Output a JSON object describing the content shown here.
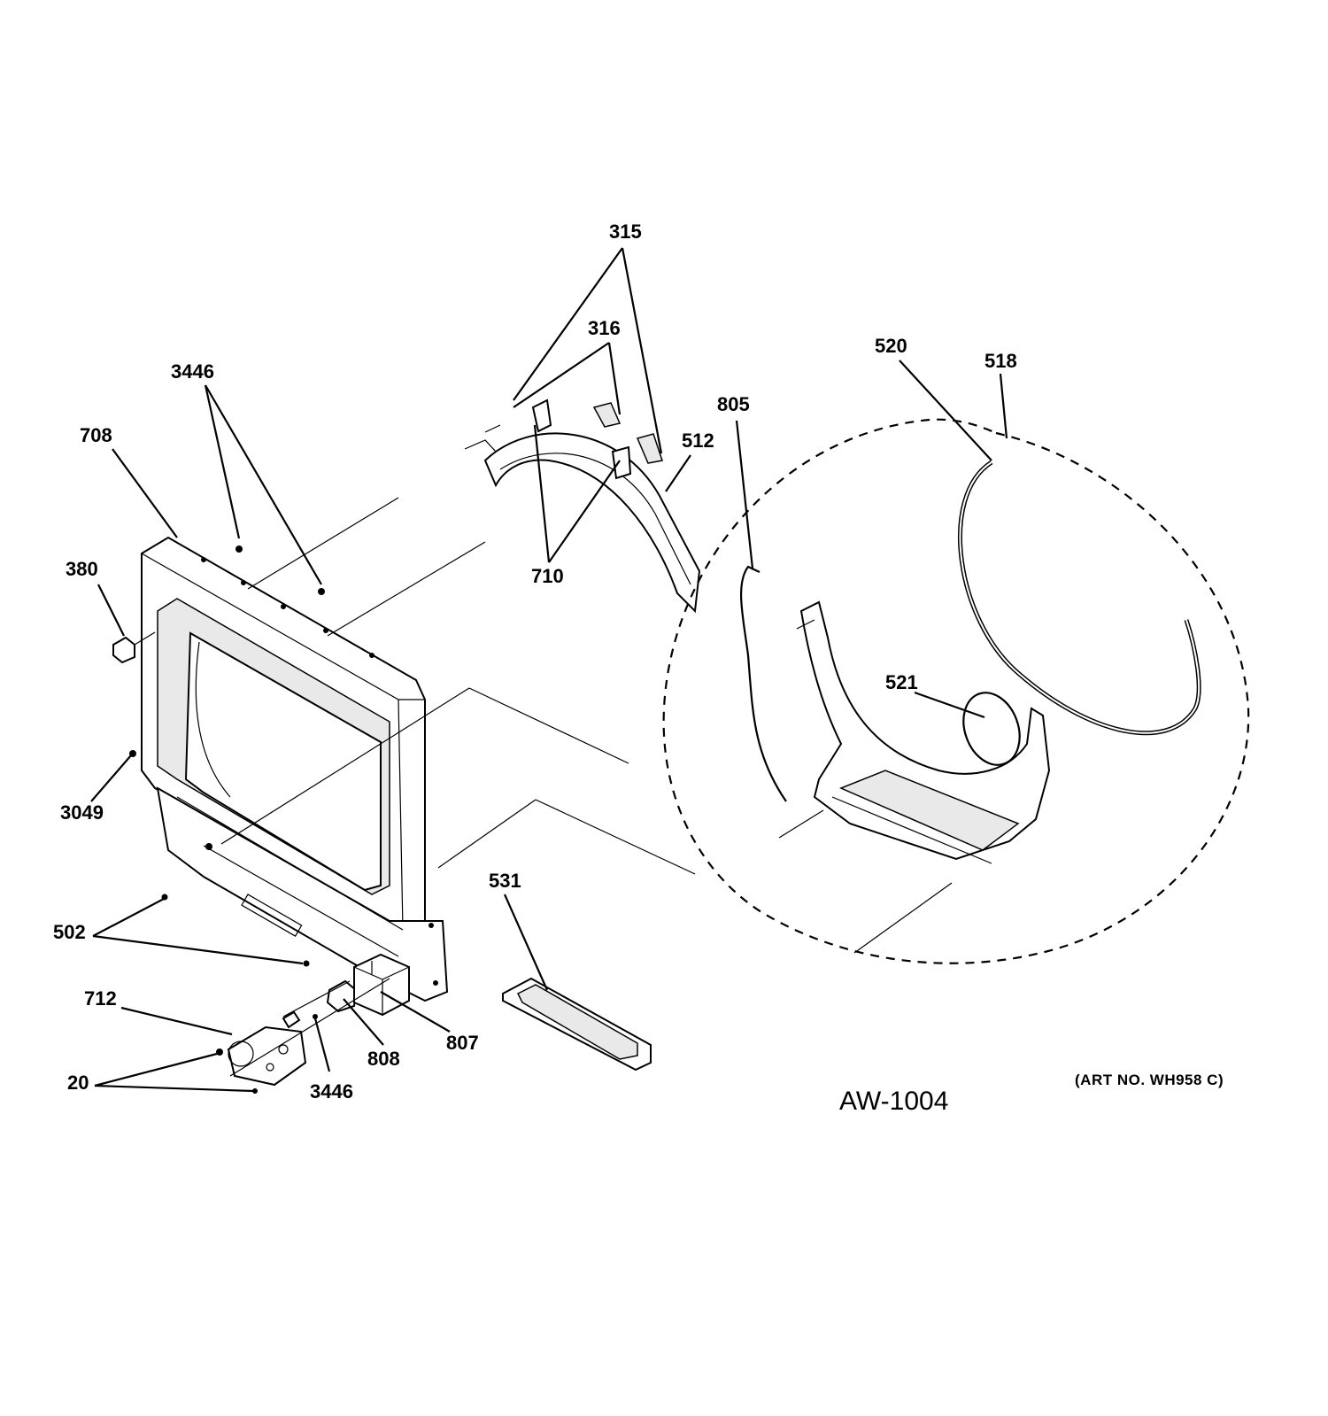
{
  "labels": {
    "p315": "315",
    "p316": "316",
    "p3446_top": "3446",
    "p708": "708",
    "p380": "380",
    "p3049": "3049",
    "p502": "502",
    "p712": "712",
    "p20": "20",
    "p3446_bottom": "3446",
    "p808": "808",
    "p807": "807",
    "p531": "531",
    "p710": "710",
    "p512": "512",
    "p805": "805",
    "p520": "520",
    "p518": "518",
    "p521": "521"
  },
  "diagram_code": "AW-1004",
  "art_number": "(ART NO. WH958 C)"
}
